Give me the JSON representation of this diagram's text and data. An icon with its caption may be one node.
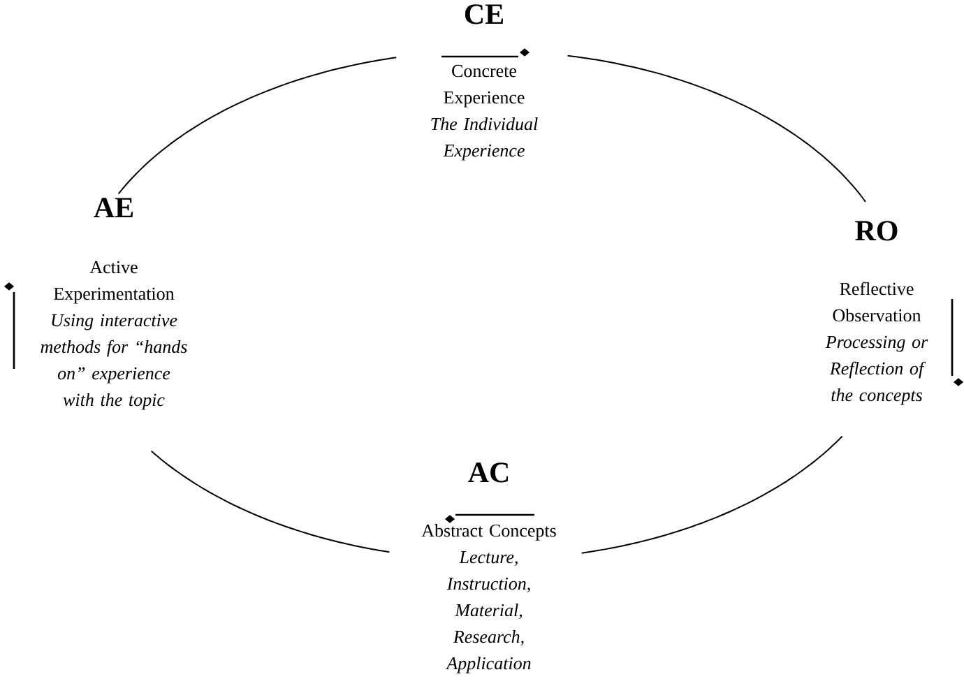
{
  "diagram": {
    "nodes": [
      {
        "text": [
          "CE",
          "Concrete Experience",
          "The Individual Experience"
        ]
      },
      {
        "text": [
          "RO",
          "Reflective Observation",
          "Processing or Reflection of the concepts"
        ]
      },
      {
        "text": [
          "AC",
          "Abstract Concepts",
          "Lecture, Instruction, Material, Research, Application"
        ]
      },
      {
        "text": [
          "AE",
          "Active Experimentation",
          "Using interactive methods for “hands on” experience with the topic"
        ]
      }
    ],
    "edges": [
      {
        "from": 0,
        "to": 1,
        "arrow": "none"
      },
      {
        "from": 1,
        "to": 2,
        "arrow": "none"
      },
      {
        "from": 2,
        "to": 3,
        "arrow": "none"
      },
      {
        "from": 3,
        "to": 0,
        "arrow": "none"
      }
    ]
  }
}
